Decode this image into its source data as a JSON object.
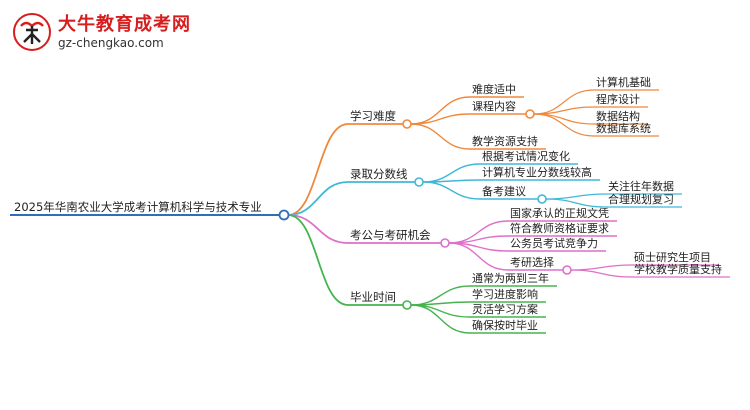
{
  "header": {
    "logo_icon": "bull-logo-icon",
    "site_title": "大牛教育成考网",
    "site_url": "gz-chengkao.com"
  },
  "mindmap": {
    "root": "2025年华南农业大学成考计算机科学与技术专业",
    "branches": [
      {
        "label": "学习难度",
        "color": "#f0883b",
        "children": [
          {
            "label": "难度适中",
            "children": []
          },
          {
            "label": "课程内容",
            "children": [
              {
                "label": "计算机基础"
              },
              {
                "label": "程序设计"
              },
              {
                "label": "数据结构"
              },
              {
                "label": "数据库系统"
              }
            ]
          },
          {
            "label": "教学资源支持",
            "children": []
          }
        ]
      },
      {
        "label": "录取分数线",
        "color": "#3fb8d6",
        "children": [
          {
            "label": "根据考试情况变化",
            "children": []
          },
          {
            "label": "计算机专业分数线较高",
            "children": []
          },
          {
            "label": "备考建议",
            "children": [
              {
                "label": "关注往年数据"
              },
              {
                "label": "合理规划复习"
              }
            ]
          }
        ]
      },
      {
        "label": "考公与考研机会",
        "color": "#e06fc8",
        "children": [
          {
            "label": "国家承认的正规文凭",
            "children": []
          },
          {
            "label": "符合教师资格证要求",
            "children": []
          },
          {
            "label": "公务员考试竞争力",
            "children": []
          },
          {
            "label": "考研选择",
            "children": [
              {
                "label": "硕士研究生项目"
              },
              {
                "label": "学校教学质量支持"
              }
            ]
          }
        ]
      },
      {
        "label": "毕业时间",
        "color": "#45b34f",
        "children": [
          {
            "label": "通常为两到三年",
            "children": []
          },
          {
            "label": "学习进度影响",
            "children": []
          },
          {
            "label": "灵活学习方案",
            "children": []
          },
          {
            "label": "确保按时毕业",
            "children": []
          }
        ]
      }
    ]
  }
}
